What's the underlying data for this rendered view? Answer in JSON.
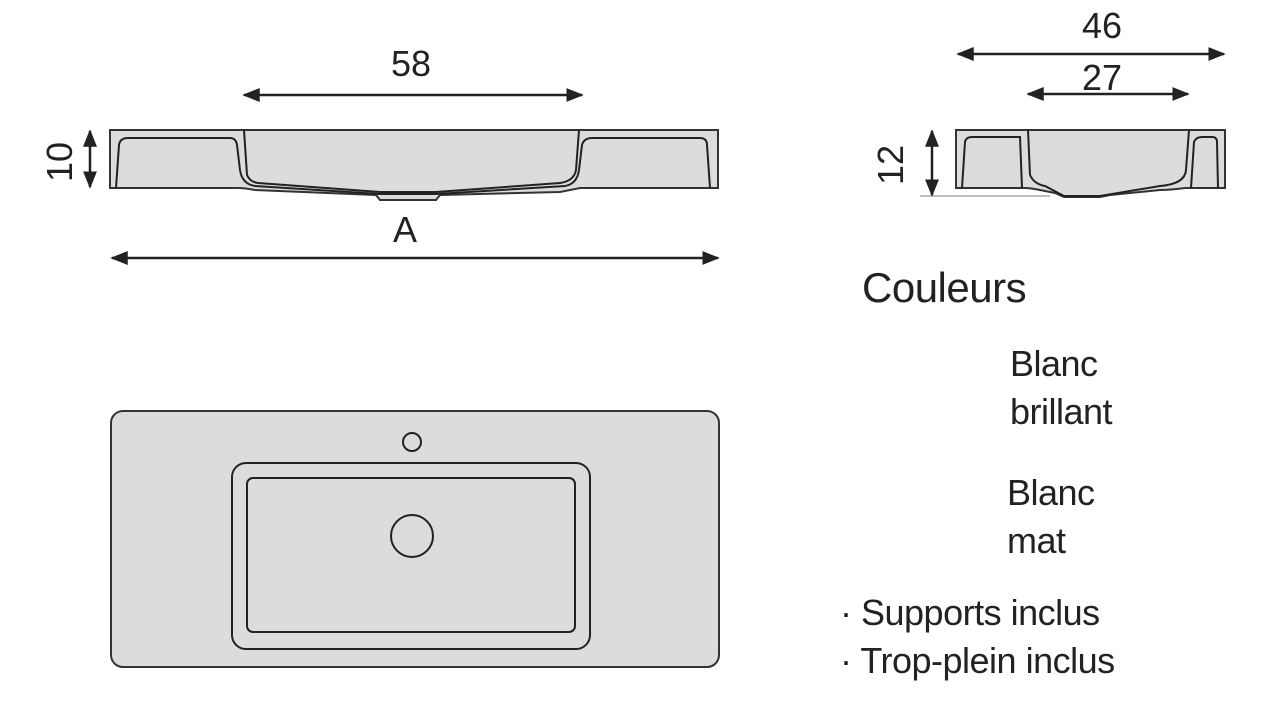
{
  "front_view": {
    "inner_width_label": "58",
    "height_label": "10",
    "total_width_label": "A"
  },
  "side_view": {
    "depth_label": "46",
    "inner_depth_label": "27",
    "height_label": "12"
  },
  "colors_section": {
    "title": "Couleurs",
    "options": [
      {
        "line1": "Blanc",
        "line2": "brillant"
      },
      {
        "line1": "Blanc",
        "line2": "mat"
      }
    ]
  },
  "features": [
    "· Supports inclus",
    "· Trop-plein inclus"
  ],
  "style": {
    "fill": "#dcdcdc",
    "stroke": "#333333"
  }
}
